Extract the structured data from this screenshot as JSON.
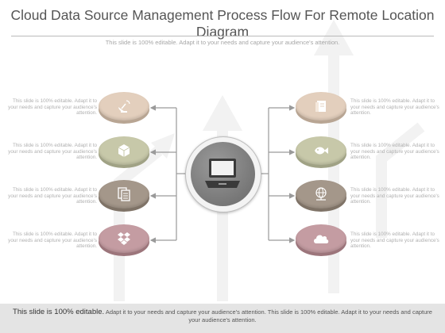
{
  "title": "Cloud Data Source Management Process Flow For Remote Location Diagram",
  "subtitle": "This slide is 100% editable. Adapt it to your needs and capture your audience's attention.",
  "center": {
    "icon": "laptop-icon"
  },
  "left_nodes": [
    {
      "icon": "satellite-dish-icon",
      "text": "This slide is 100% editable. Adapt it to your needs and capture your audience's attention.",
      "color": "#e3cfbd"
    },
    {
      "icon": "cube-icon",
      "text": "This slide is 100% editable. Adapt it to your needs and capture your audience's attention.",
      "color": "#c7c8a9"
    },
    {
      "icon": "documents-icon",
      "text": "This slide is 100% editable. Adapt it to your needs and capture your audience's attention.",
      "color": "#a4978a"
    },
    {
      "icon": "dropbox-icon",
      "text": "This slide is 100% editable. Adapt it to your needs and capture your audience's attention.",
      "color": "#c49ca2"
    }
  ],
  "right_nodes": [
    {
      "icon": "document-box-icon",
      "text": "This slide is 100% editable. Adapt it to your needs and capture your audience's attention.",
      "color": "#e3cfbd"
    },
    {
      "icon": "fish-icon",
      "text": "This slide is 100% editable. Adapt it to your needs and capture your audience's attention.",
      "color": "#c7c8a9"
    },
    {
      "icon": "globe-network-icon",
      "text": "This slide is 100% editable. Adapt it to your needs and capture your audience's attention.",
      "color": "#a4978a"
    },
    {
      "icon": "cloud-icon",
      "text": "This slide is 100% editable. Adapt it to your needs and capture your audience's attention.",
      "color": "#c49ca2"
    }
  ],
  "footer": {
    "lead": "This slide is 100% editable.",
    "rest": "Adapt it to your needs and capture your audience's attention. This slide is 100% editable. Adapt it to your needs and capture your audience's attention."
  }
}
